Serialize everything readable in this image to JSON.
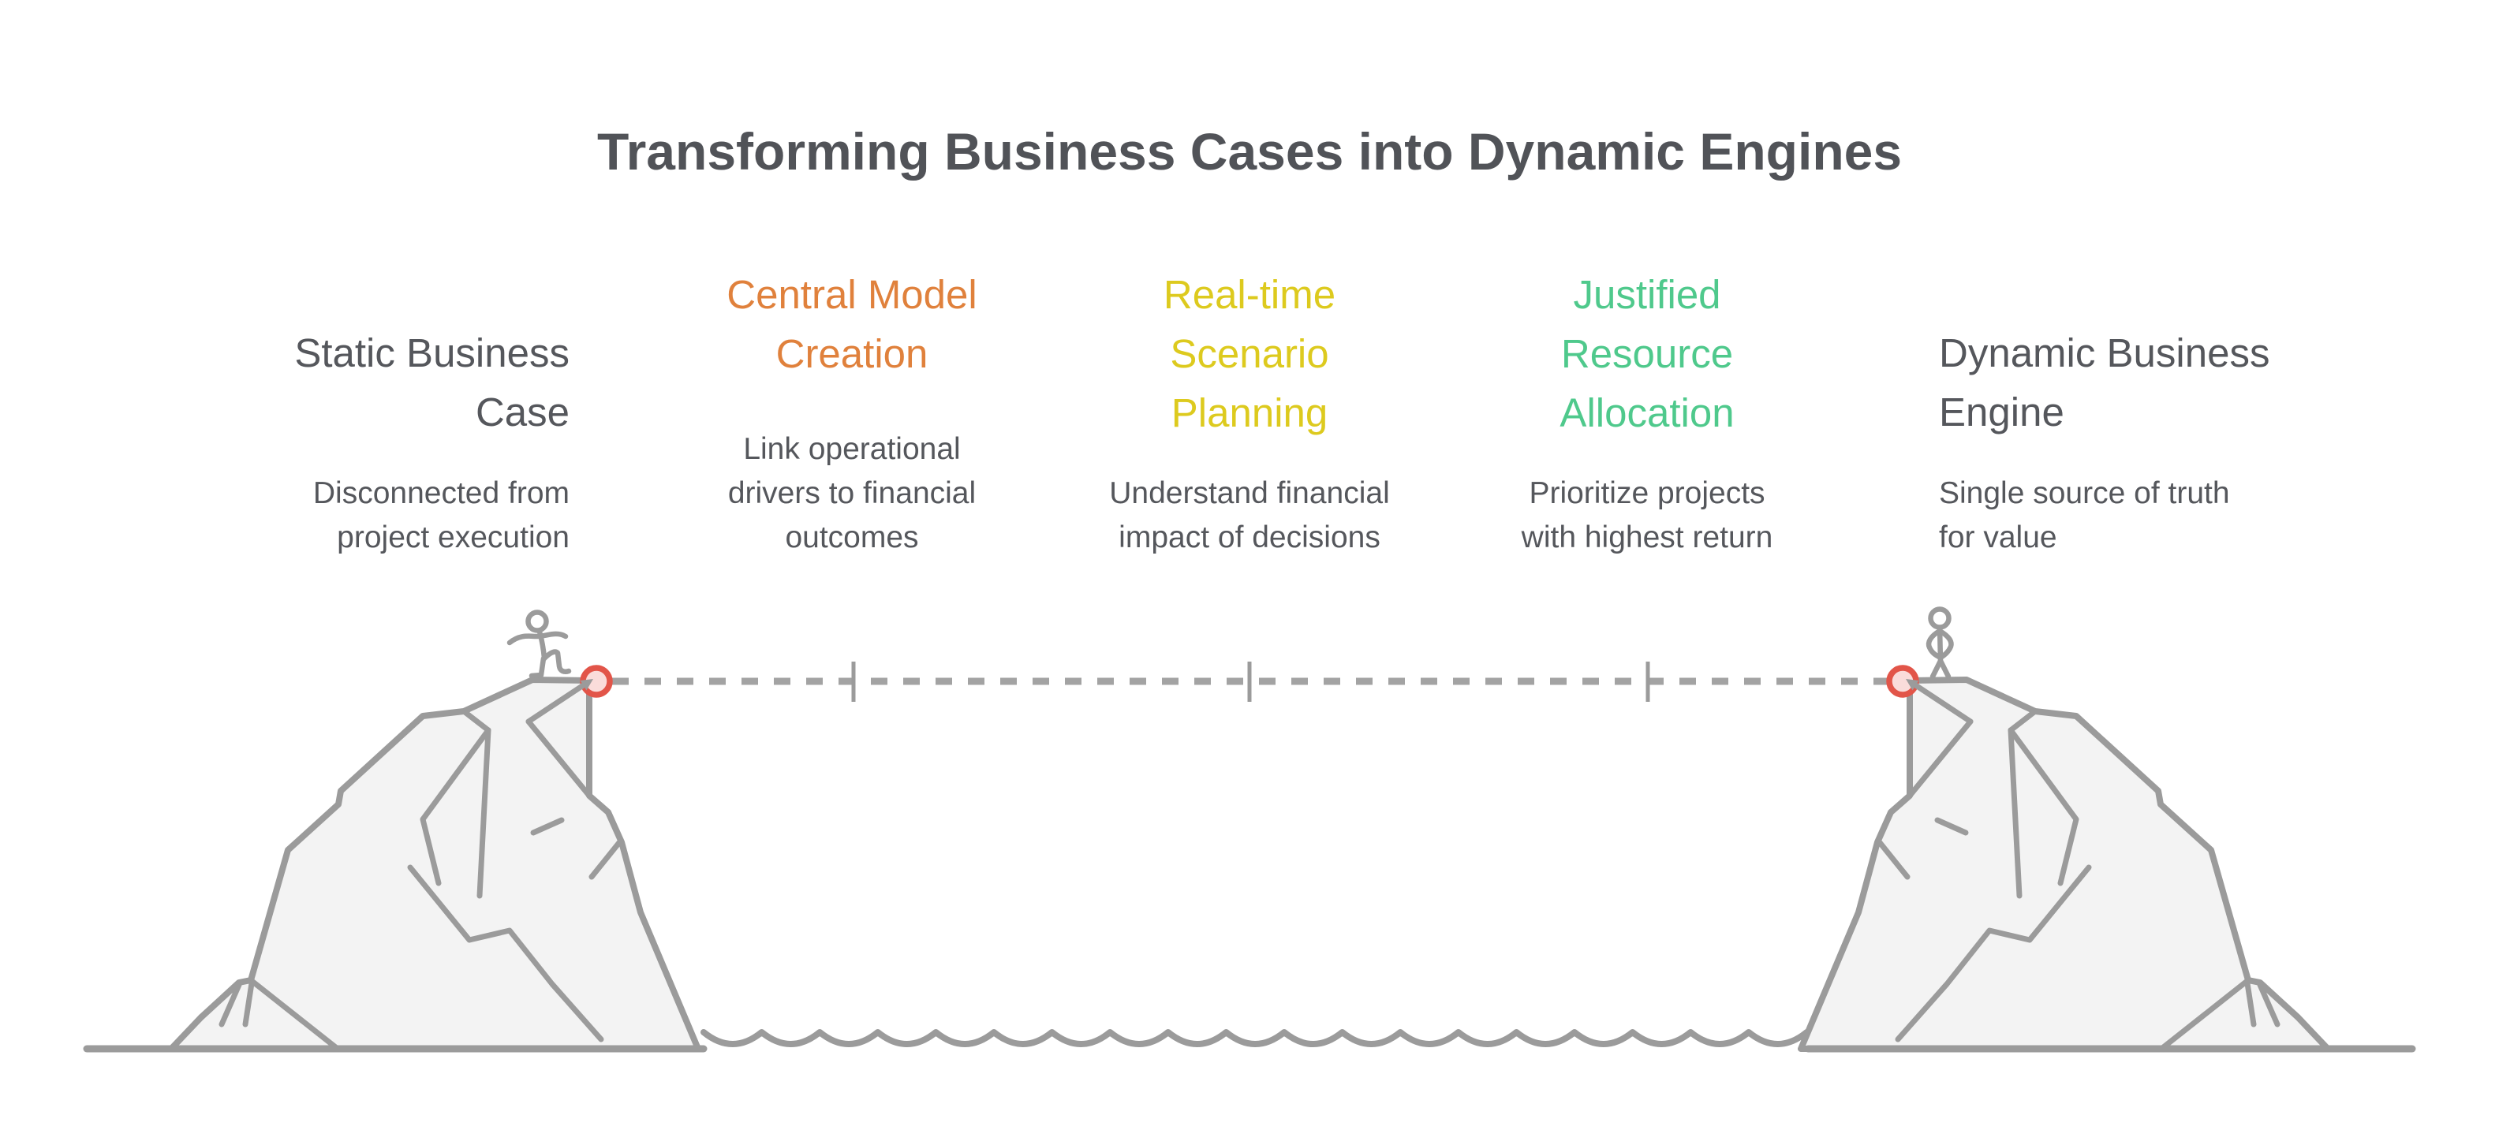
{
  "title": "Transforming Business Cases into Dynamic Engines",
  "columns": [
    {
      "id": "static-business-case",
      "heading": "Static Business\nCase",
      "heading_color": "#55575c",
      "description": "Disconnected from\nproject execution",
      "align": "right"
    },
    {
      "id": "central-model-creation",
      "heading": "Central Model\nCreation",
      "heading_color": "#e0813c",
      "description": "Link operational\ndrivers to financial\noutcomes",
      "align": "center"
    },
    {
      "id": "real-time-scenario-planning",
      "heading": "Real-time\nScenario\nPlanning",
      "heading_color": "#ddca1e",
      "description": "Understand financial\nimpact of decisions",
      "align": "center"
    },
    {
      "id": "justified-resource-allocation",
      "heading": "Justified\nResource\nAllocation",
      "heading_color": "#4fc98c",
      "description": "Prioritize projects\nwith highest return",
      "align": "center"
    },
    {
      "id": "dynamic-business-engine",
      "heading": "Dynamic Business\nEngine",
      "heading_color": "#55575c",
      "description": "Single source of truth\nfor value",
      "align": "left"
    }
  ],
  "illustration": {
    "left_figure": "stick-figure-stepping",
    "right_figure": "stick-figure-standing-akimbo",
    "line_gray": "#9b9b9b",
    "cliff_fill": "#f3f3f3",
    "anchor_ring_color": "#e25549",
    "anchor_fill_color": "#fadcda",
    "tick_count": "3"
  }
}
